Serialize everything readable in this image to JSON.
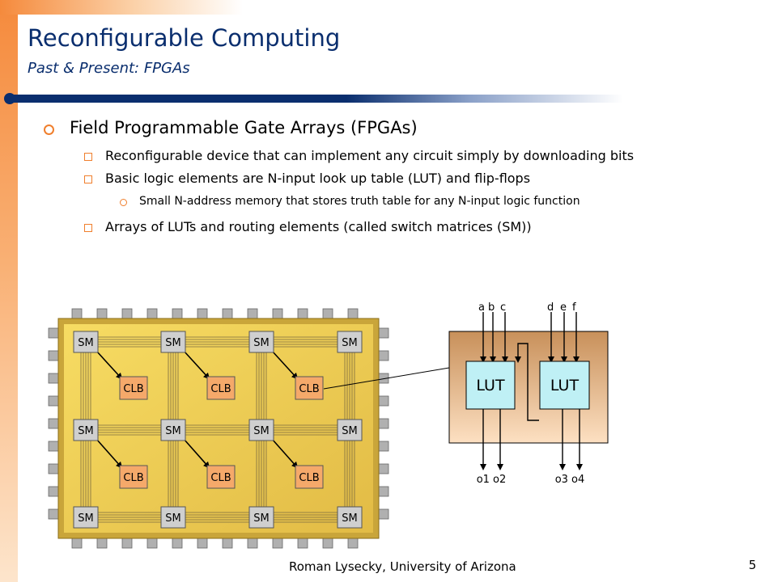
{
  "slide": {
    "title": "Reconfigurable Computing",
    "subtitle": "Past & Present: FPGAs",
    "footer": "Roman Lysecky, University of Arizona",
    "page_number": "5"
  },
  "bullets": {
    "level1": "Field Programmable Gate Arrays (FPGAs)",
    "level2_a": "Reconfigurable device that can implement any circuit simply by downloading bits",
    "level2_b": "Basic logic elements are N-input look up table (LUT) and flip-flops",
    "level3_a": "Small N-address memory that stores truth table for any N-input logic function",
    "level2_c": "Arrays of LUTs and routing elements (called switch matrices (SM))"
  },
  "fpga_diagram": {
    "sm_label": "SM",
    "clb_label": "CLB",
    "colors": {
      "chip": "#c9a53a",
      "chip_inner": "#f7dc63",
      "sm": "#cfcfcf",
      "clb": "#f5a96a",
      "pin": "#b0b0b0"
    }
  },
  "lut_diagram": {
    "lut_label": "LUT",
    "inputs_left": [
      "a",
      "b",
      "c"
    ],
    "inputs_right": [
      "d",
      "e",
      "f"
    ],
    "outputs_left": [
      "o1",
      "o2"
    ],
    "outputs_right": [
      "o3",
      "o4"
    ],
    "colors": {
      "lut": "#bff0f5",
      "body_top": "#c8905a",
      "body_bottom": "#fde0c2"
    }
  }
}
